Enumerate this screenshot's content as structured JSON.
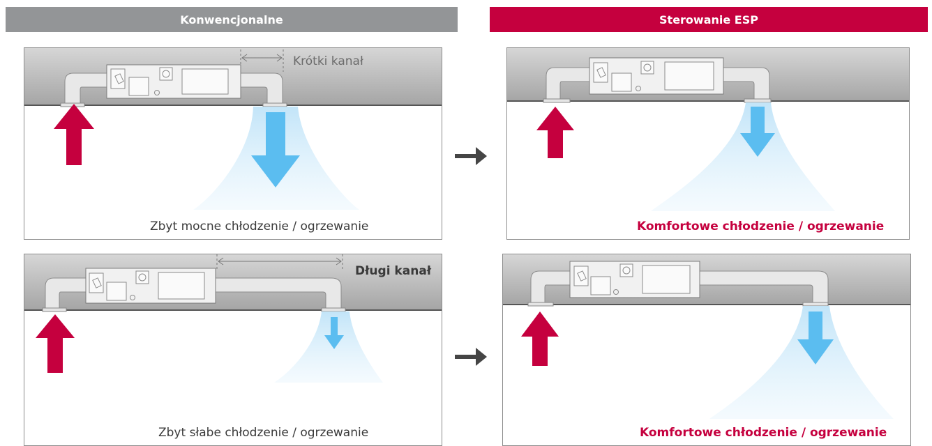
{
  "headers": {
    "conventional": "Konwencjonalne",
    "esp": "Sterowanie ESP"
  },
  "panels": {
    "conv_short": {
      "duct_label": "Krótki kanał",
      "caption": "Zbyt mocne chłodzenie / ogrzewanie"
    },
    "conv_long": {
      "duct_label": "Długi kanał",
      "caption": "Zbyt słabe chłodzenie / ogrzewanie"
    },
    "esp_short": {
      "caption": "Komfortowe chłodzenie / ogrzewanie"
    },
    "esp_long": {
      "caption": "Komfortowe chłodzenie / ogrzewanie"
    }
  },
  "icons": {
    "intake": "red-up-arrow-icon",
    "outflow": "blue-down-arrow-icon",
    "transition": "right-arrow-icon"
  },
  "colors": {
    "conventional_header": "#939597",
    "esp_header": "#c5003e",
    "intake_arrow": "#c5003e",
    "outflow_arrow": "#5bbdf0",
    "ceiling": "#b9b9b9"
  }
}
